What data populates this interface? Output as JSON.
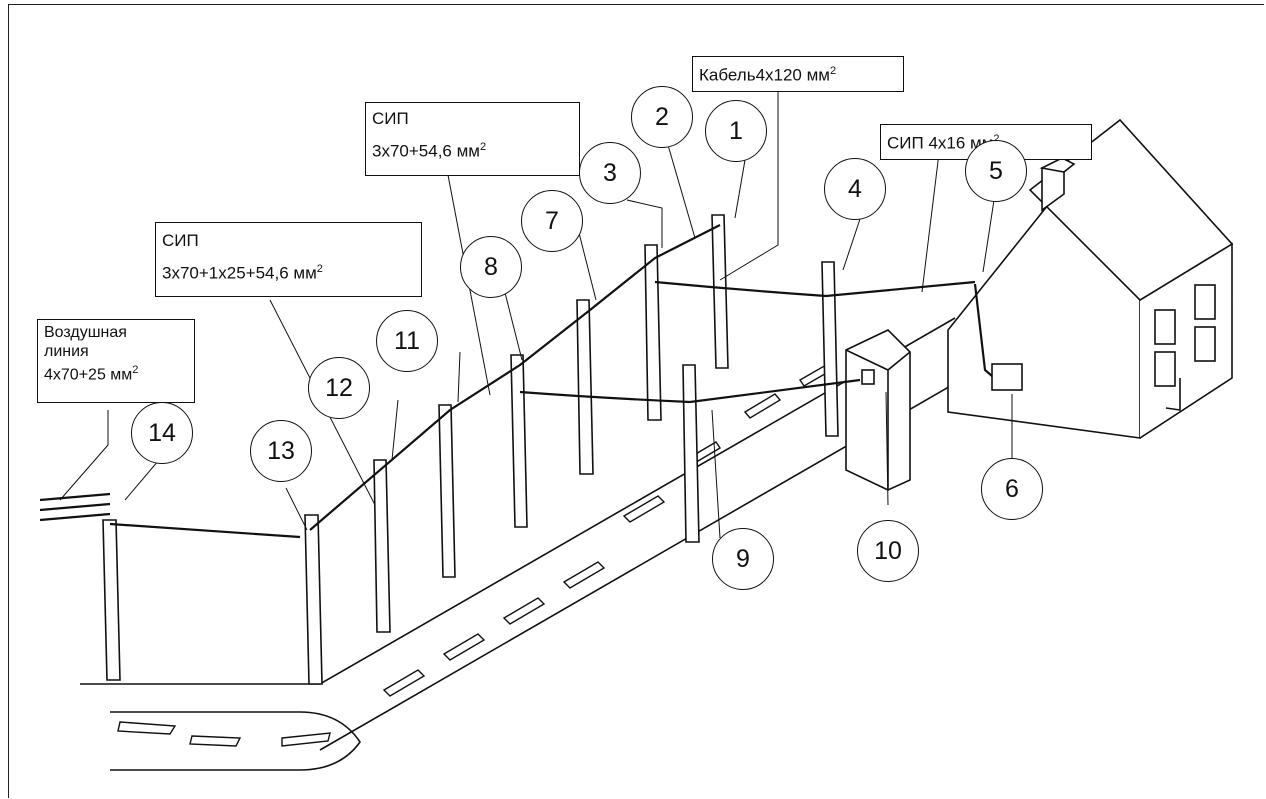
{
  "labels": {
    "cable": {
      "text": "Кабель4х120 мм",
      "sup": "2"
    },
    "sip_house": {
      "text": "СИП 4х16 мм",
      "sup": "2"
    },
    "sip_main": {
      "line1": "СИП",
      "line2": " 3х70+54,6 мм",
      "sup": "2"
    },
    "sip_branch": {
      "line1": "СИП",
      "line2": "3х70+1х25+54,6 мм",
      "sup": "2"
    },
    "overhead": {
      "line1": "Воздушная",
      "line2": "линия",
      "line3": "4х70+25 мм",
      "sup": "2"
    }
  },
  "callouts": [
    "1",
    "2",
    "3",
    "4",
    "5",
    "6",
    "7",
    "8",
    "9",
    "10",
    "11",
    "12",
    "13",
    "14"
  ],
  "colors": {
    "line": "#111111",
    "background": "#ffffff"
  }
}
